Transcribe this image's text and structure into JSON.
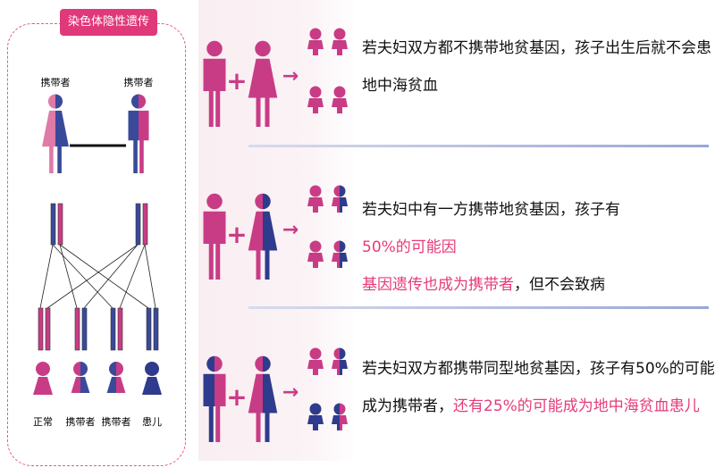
{
  "left": {
    "title": "染色体隐性遗传",
    "parent_labels": [
      "携带者",
      "携带者"
    ],
    "child_labels": [
      "正常",
      "携带者",
      "携带者",
      "患儿"
    ]
  },
  "rows": [
    {
      "line1": "若夫妇双方都不携带地贫基因，孩子出生后就不会患",
      "line2": "地中海贫血"
    },
    {
      "line1_a": "若夫妇中有一方携带地贫基因，孩子有",
      "line1_b": "50%的可能因",
      "line2_a": "基因遗传也成为携带者",
      "line2_b": "，但不会致病"
    },
    {
      "line1": "若夫妇双方都携带同型地贫基因，孩子有50%的可能",
      "line2_a": "成为携带者，",
      "line2_b": "还有25%的可能成为地中海贫血患儿"
    }
  ],
  "colors": {
    "pink": "#c83c86",
    "blue": "#2f3b8c",
    "accent": "#e0397a"
  }
}
